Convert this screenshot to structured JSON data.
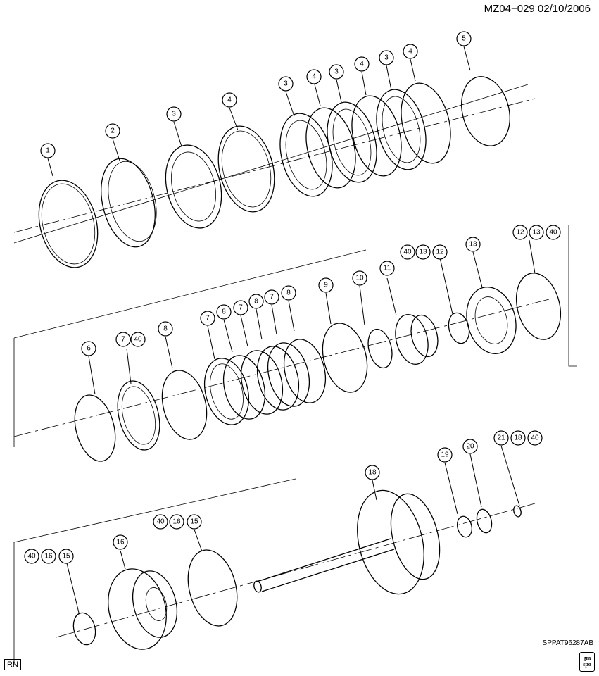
{
  "header": {
    "code": "MZ04−029  02/10/2006"
  },
  "footer": {
    "drawing_code": "SPPAT96287AB",
    "rn_label": "RN",
    "logo_line1": "gm",
    "logo_line2": "spo"
  },
  "callouts": {
    "c1": "1",
    "c2": "2",
    "c3a": "3",
    "c4a": "4",
    "c3b": "3",
    "c4b": "4",
    "c3c": "3",
    "c4c": "4",
    "c3d": "3",
    "c4d": "4",
    "c5": "5",
    "c6": "6",
    "c7a": "7",
    "c40a": "40",
    "c8a": "8",
    "c7b": "7",
    "c8b": "8",
    "c7c": "7",
    "c8c": "8",
    "c7d": "7",
    "c8d": "8",
    "c9": "9",
    "c10": "10",
    "c11": "11",
    "c40b": "40",
    "c13a": "13",
    "c12a": "12",
    "c13b": "13",
    "c12b": "12",
    "c13c": "13",
    "c40c": "40",
    "c40d": "40",
    "c16a": "16",
    "c15a": "15",
    "c16b": "16",
    "c40e": "40",
    "c16c": "16",
    "c15b": "15",
    "c18a": "18",
    "c19": "19",
    "c20": "20",
    "c21": "21",
    "c18b": "18",
    "c40f": "40"
  }
}
